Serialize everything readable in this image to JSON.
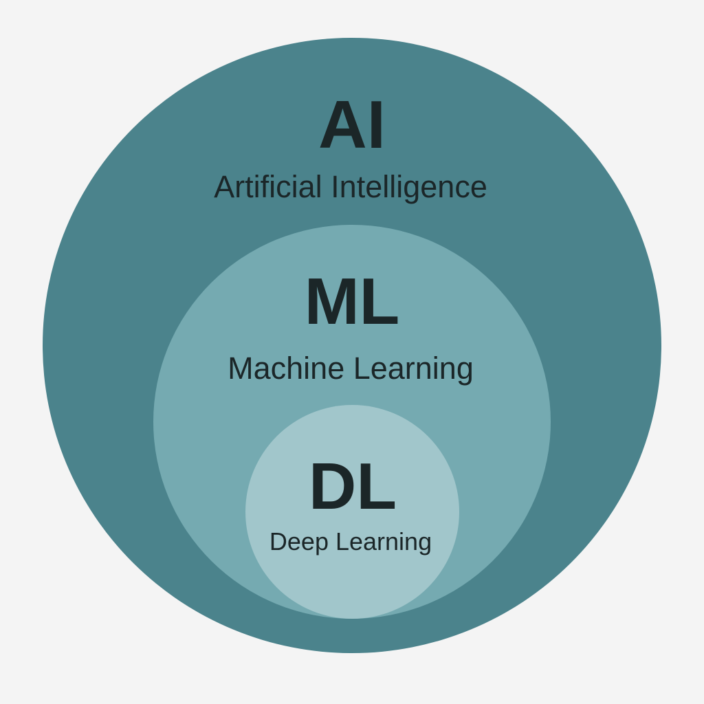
{
  "diagram": {
    "type": "nested-circles",
    "colors": {
      "background": "#f4f4f4",
      "outer": "#4b838c",
      "middle": "#75aab1",
      "inner": "#a1c6cb",
      "text": "#1b2628"
    },
    "levels": [
      {
        "abbr": "AI",
        "full": "Artificial Intelligence"
      },
      {
        "abbr": "ML",
        "full": "Machine Learning"
      },
      {
        "abbr": "DL",
        "full": "Deep Learning"
      }
    ]
  }
}
